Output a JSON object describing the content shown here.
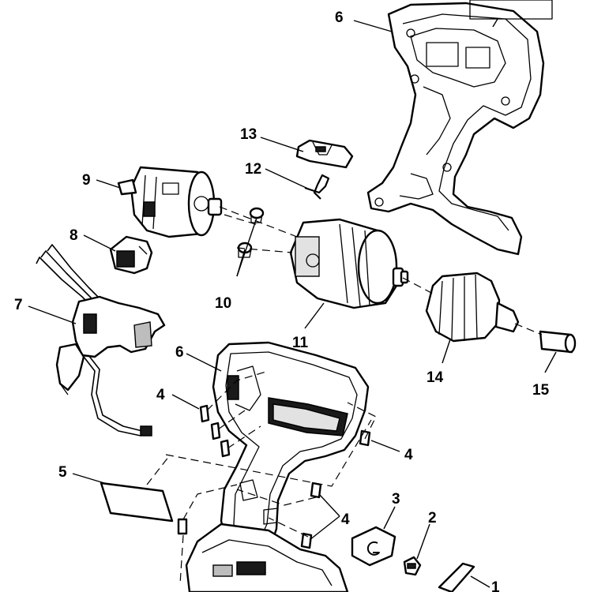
{
  "labels": {
    "p1": "1",
    "p2": "2",
    "p3": "3",
    "p4a": "4",
    "p4b": "4",
    "p4c": "4",
    "p5": "5",
    "p6a": "6",
    "p6b": "6",
    "p7": "7",
    "p8": "8",
    "p9": "9",
    "p10": "10",
    "p11": "11",
    "p12": "12",
    "p13": "13",
    "p14": "14",
    "p15": "15"
  }
}
